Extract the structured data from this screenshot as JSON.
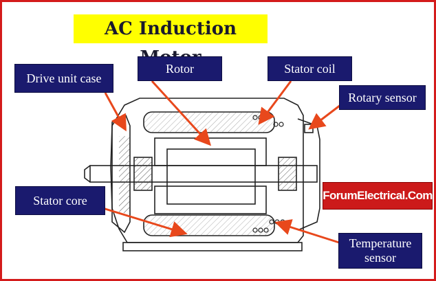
{
  "title": "AC Induction Motor",
  "labels": {
    "drive_unit_case": "Drive unit case",
    "rotor": "Rotor",
    "stator_coil": "Stator coil",
    "rotary_sensor": "Rotary sensor",
    "stator_core": "Stator core",
    "temperature_sensor_line1": "Temperature",
    "temperature_sensor_line2": "sensor"
  },
  "watermark": "ForumElectrical.Com",
  "colors": {
    "frame": "#d41c1c",
    "title_bg": "#ffff00",
    "label_bg": "#1a1a6e",
    "arrow": "#e8481c",
    "watermark_bg": "#cc1a1a"
  }
}
